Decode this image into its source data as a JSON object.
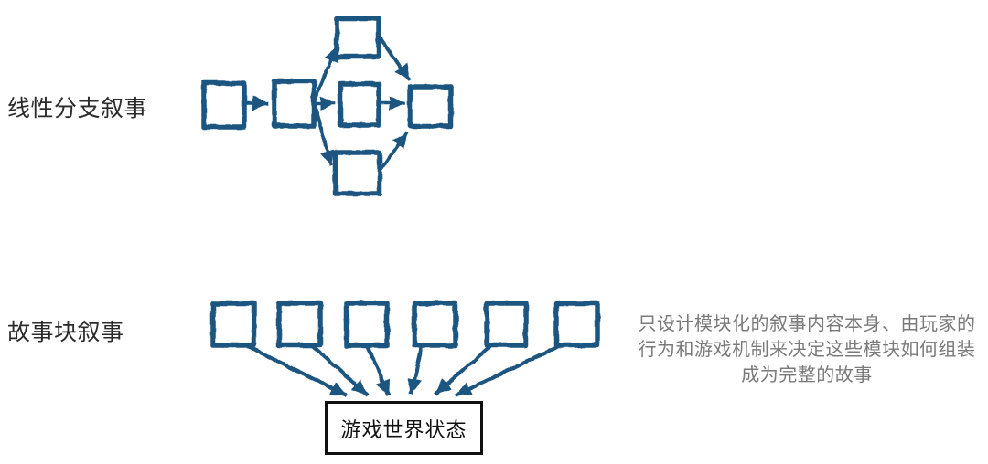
{
  "colors": {
    "accent": "#1a5480",
    "label_text": "#2b2b2b",
    "annotation_text": "#7a7a7a",
    "state_box_border": "#111111",
    "background": "#ffffff"
  },
  "sections": {
    "linear_branching": {
      "label": "线性分支叙事",
      "node_count": 6,
      "branch_count": 3
    },
    "story_blocks": {
      "label": "故事块叙事",
      "block_count": 6
    }
  },
  "state_box": {
    "label": "游戏世界状态"
  },
  "annotation": {
    "lines": [
      "只设计模块化的叙事内容本身、由玩家的",
      "行为和游戏机制来决定这些模块如何组装",
      "成为完整的故事"
    ]
  }
}
